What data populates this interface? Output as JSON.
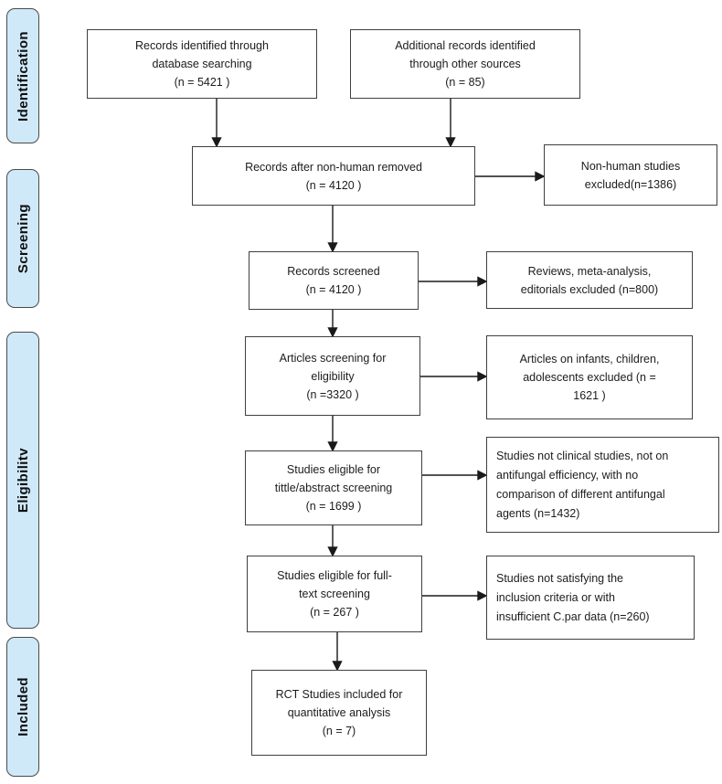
{
  "sidebar": {
    "identification": "Identification",
    "screening": "Screening",
    "eligibility": "Eligibilitv",
    "included": "Included"
  },
  "boxes": {
    "records_identified": "Records identified through\ndatabase searching\n(n = 5421 )",
    "additional_records": "Additional records identified\nthrough other sources\n(n =  85)",
    "after_nonhuman": "Records after non-human removed\n(n = 4120 )",
    "nonhuman_excluded": "Non-human studies\nexcluded(n=1386)",
    "records_screened": "Records screened\n(n = 4120 )",
    "reviews_excluded": "Reviews, meta-analysis,\neditorials excluded (n=800)",
    "articles_screening_eligibility": "Articles screening for\neligibility\n(n =3320  )",
    "infants_excluded": "Articles on infants, children,\nadolescents excluded (n =\n1621  )",
    "title_abstract_screening": "Studies eligible for\ntittle/abstract screening\n(n = 1699 )",
    "not_clinical_excluded": "Studies not clinical studies, not on\nantifungal efficiency, with no\ncomparison of different antifungal\nagents (n=1432)",
    "full_text_screening": "Studies eligible for full-\ntext screening\n(n = 267 )",
    "not_satisfying_excluded": "Studies not satisfying the\ninclusion criteria or with\ninsufficient C.par data (n=260)",
    "rct_included": "RCT Studies included for\nquantitative analysis\n(n =  7)"
  },
  "colors": {
    "stage_fill": "#cfe9f9",
    "stage_border": "#4a4a4a",
    "box_border": "#3f3f3f",
    "arrow_color": "#1a1a1a"
  }
}
